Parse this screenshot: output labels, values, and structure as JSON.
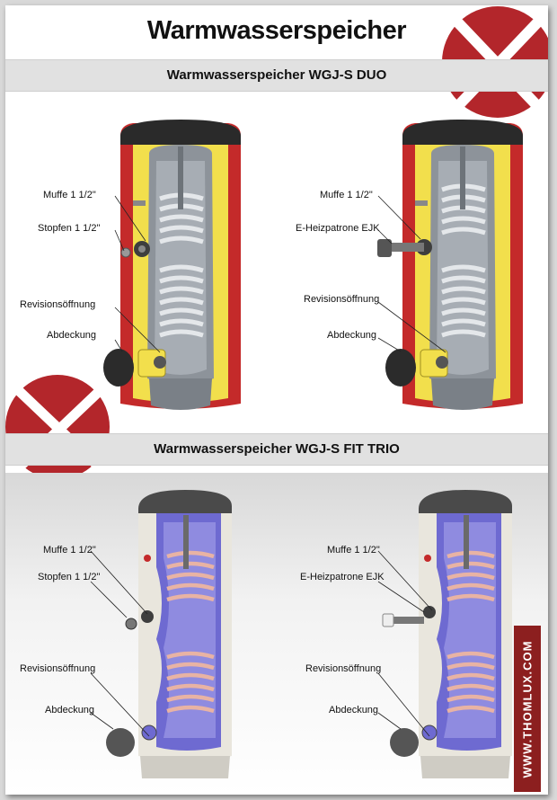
{
  "title": "Warmwasserspeicher",
  "section1": {
    "heading": "Warmwasserspeicher WGJ-S DUO",
    "left": {
      "labels": [
        "Muffe 1 1/2\"",
        "Stopfen 1 1/2\"",
        "Revisionsöffnung",
        "Abdeckung"
      ]
    },
    "right": {
      "labels": [
        "Muffe 1 1/2\"",
        "E-Heizpatrone EJK",
        "Revisionsöffnung",
        "Abdeckung"
      ]
    }
  },
  "section2": {
    "heading": "Warmwasserspeicher  WGJ-S FIT TRIO",
    "left": {
      "labels": [
        "Muffe 1 1/2\"",
        "Stopfen 1 1/2\"",
        "Revisionsöffnung",
        "Abdeckung"
      ]
    },
    "right": {
      "labels": [
        "Muffe 1 1/2\"",
        "E-Heizpatrone EJK",
        "Revisionsöffnung",
        "Abdeckung"
      ]
    }
  },
  "brand": "WWW.THOMLUX.COM",
  "colors": {
    "brand_red": "#b3262b",
    "insulation_yellow": "#f2df4c",
    "outer_red": "#c42a2a",
    "fit_shell": "#e9e6dd",
    "fit_inner": "#6e6ad1",
    "coil_copper": "#e8b3a4"
  }
}
